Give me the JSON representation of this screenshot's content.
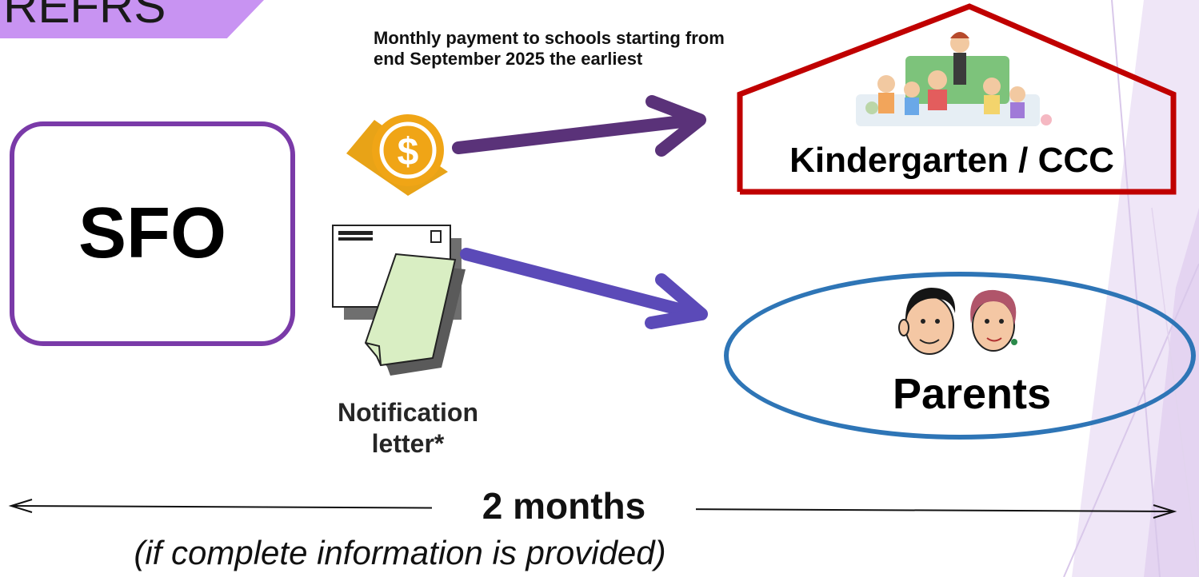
{
  "header": {
    "tag_text": "REFRS"
  },
  "sfo": {
    "label": "SFO"
  },
  "payment": {
    "note": "Monthly payment to schools starting from end September 2025 the earliest",
    "icon": "dollar-coin-icon",
    "arrow_color": "#5a3279"
  },
  "school": {
    "label": "Kindergarten / CCC",
    "border_color": "#c00000"
  },
  "letter": {
    "caption": "Notification letter*",
    "icon": "envelope-letter-icon",
    "arrow_color": "#5b4ab8"
  },
  "parents": {
    "label": "Parents",
    "border_color": "#2e75b6"
  },
  "timeline": {
    "duration": "2 months",
    "condition": "(if complete information is provided)"
  },
  "colors": {
    "sfo_border": "#7a3aa8",
    "tag_bg": "#c893f2"
  }
}
